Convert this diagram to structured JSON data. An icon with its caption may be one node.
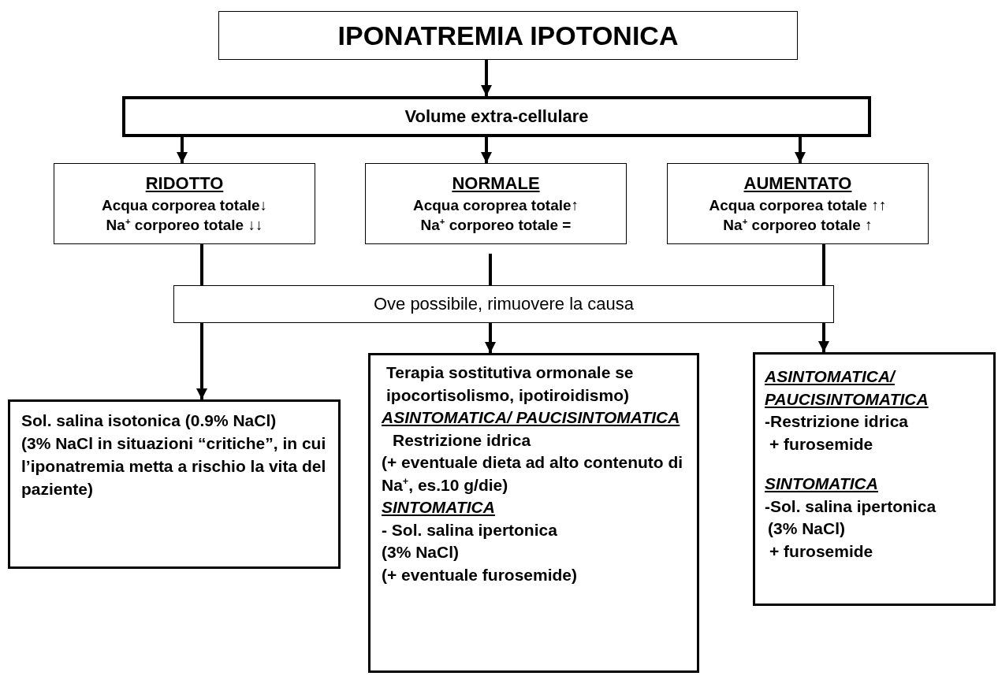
{
  "diagram": {
    "nodes": [
      {
        "text": [
          "IPONATREMIA IPOTONICA"
        ]
      },
      {
        "text": [
          "Volume extra-cellulare"
        ]
      },
      {
        "text": [
          "RIDOTTO",
          "Acqua corporea totale↓",
          "Na$^{+}$ corporeo totale ↓↓"
        ]
      },
      {
        "text": [
          "NORMALE",
          "Acqua coroprea totale↑",
          "Na$^{+}$ corporeo totale ="
        ]
      },
      {
        "text": [
          "AUMENTATO",
          "Acqua corporea totale ↑↑",
          "Na$^{+}$ corporeo totale ↑"
        ]
      },
      {
        "text": [
          "Ove possibile, rimuovere la causa"
        ]
      },
      {
        "text": [
          "Sol. salina isotonica  (0.9% NaCl)",
          "(3% NaCl in situazioni “critiche”, in cui l’iponatremia metta a rischio la vita del paziente)"
        ]
      },
      {
        "text": [
          "Terapia sostitutiva ormonale se ipocortisolismo, ipotiroidismo)",
          "ASINTOMATICA/ PAUCISINTOMATICA",
          "Restrizione idrica",
          "(+ eventuale dieta ad alto contenuto di Na$^{+}$, es.10 g/die)",
          "SINTOMATICA",
          "- Sol. salina ipertonica",
          "(3% NaCl)",
          "(+ eventuale furosemide)"
        ]
      },
      {
        "text": [
          "ASINTOMATICA/ PAUCISINTOMATICA",
          "-Restrizione idrica",
          "+ furosemide",
          "SINTOMATICA",
          "-Sol. salina ipertonica",
          "(3% NaCl)",
          "+ furosemide"
        ]
      }
    ],
    "edges": [
      {
        "from": 0,
        "to": 1,
        "arrow": "to"
      },
      {
        "from": 1,
        "to": 2,
        "arrow": "to"
      },
      {
        "from": 1,
        "to": 3,
        "arrow": "to"
      },
      {
        "from": 1,
        "to": 4,
        "arrow": "to"
      },
      {
        "from": 2,
        "to": 5,
        "arrow": "none"
      },
      {
        "from": 3,
        "to": 5,
        "arrow": "none"
      },
      {
        "from": 4,
        "to": 5,
        "arrow": "none"
      },
      {
        "from": 5,
        "to": 6,
        "arrow": "to"
      },
      {
        "from": 5,
        "to": 7,
        "arrow": "to"
      },
      {
        "from": 5,
        "to": 8,
        "arrow": "to"
      }
    ]
  }
}
